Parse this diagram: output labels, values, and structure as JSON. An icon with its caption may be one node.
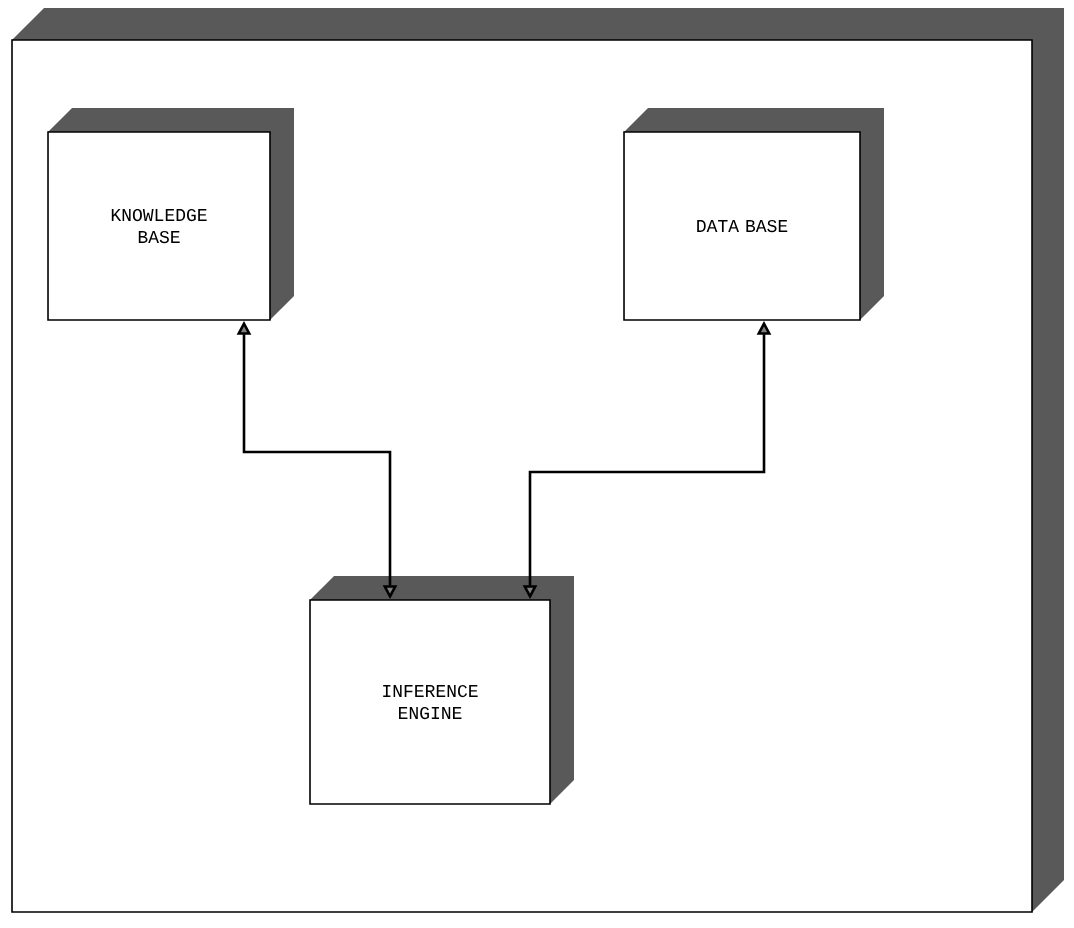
{
  "diagram": {
    "nodes": [
      {
        "text": [],
        "shape": "box"
      },
      {
        "text": [
          "KNOWLEDGE BASE"
        ],
        "in": 0
      },
      {
        "text": [
          "DATA BASE"
        ],
        "in": 0
      },
      {
        "text": [
          "INFERENCE ENGINE"
        ],
        "in": 0
      }
    ],
    "edges": [
      {
        "from": 1,
        "to": 3,
        "arrow": "both"
      },
      {
        "from": 2,
        "to": 3,
        "arrow": "both"
      }
    ]
  }
}
